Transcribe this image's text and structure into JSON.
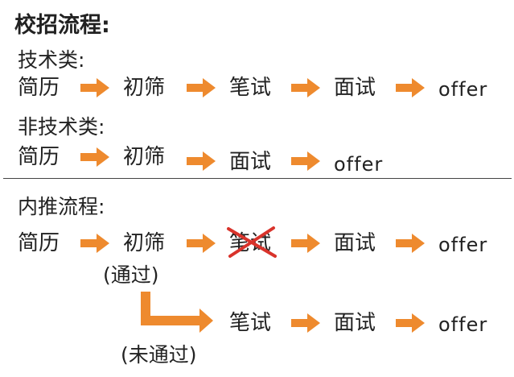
{
  "accent": "#ee8a2e",
  "cross_color": "#d9332b",
  "campus": {
    "title": "校招流程:",
    "tech": {
      "label": "技术类:",
      "steps": [
        "简历",
        "初筛",
        "笔试",
        "面试",
        "offer"
      ]
    },
    "nontech": {
      "label": "非技术类:",
      "steps": [
        "简历",
        "初筛",
        "面试",
        "offer"
      ]
    }
  },
  "referral": {
    "title": "内推流程:",
    "steps": [
      "简历",
      "初筛",
      "笔试",
      "面试",
      "offer"
    ],
    "skipped_step": "笔试",
    "pass_label": "(通过)",
    "fail_label": "(未通过)",
    "fail_steps": [
      "笔试",
      "面试",
      "offer"
    ]
  }
}
